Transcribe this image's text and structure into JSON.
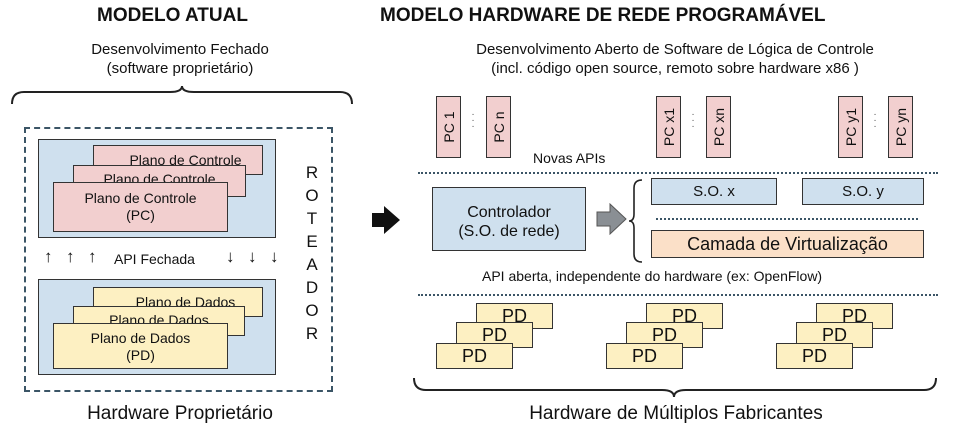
{
  "left": {
    "title": "MODELO ATUAL",
    "subtitle_line1": "Desenvolvimento Fechado",
    "subtitle_line2": "(software proprietário)",
    "control_plane_back1": "Plano de Controle",
    "control_plane_back2": "Plano de Controle",
    "control_plane_front_line1": "Plano de Controle",
    "control_plane_front_line2": "(PC)",
    "api_label": "API Fechada",
    "data_plane_back1": "Plano de Dados",
    "data_plane_back2": "Plano de Dados",
    "data_plane_front_line1": "Plano de Dados",
    "data_plane_front_line2": "(PD)",
    "router_letters": [
      "R",
      "O",
      "T",
      "E",
      "A",
      "D",
      "O",
      "R"
    ],
    "footer": "Hardware Proprietário"
  },
  "right": {
    "title": "MODELO HARDWARE DE REDE  PROGRAMÁVEL",
    "subtitle_line1": "Desenvolvimento Aberto de Software de Lógica de Controle",
    "subtitle_line2": "(incl. código open source, remoto sobre hardware x86 )",
    "pc_labels": [
      "PC 1",
      "PC n",
      "PC x1",
      "PC xn",
      "PC y1",
      "PC yn"
    ],
    "new_apis": "Novas APIs",
    "controller_line1": "Controlador",
    "controller_line2": "(S.O. de rede)",
    "os_x": "S.O. x",
    "os_y": "S.O. y",
    "virtualization": "Camada de Virtualização",
    "open_api": "API aberta, independente do hardware (ex: OpenFlow)",
    "pd_label": "PD",
    "footer": "Hardware de Múltiplos Fabricantes"
  },
  "colors": {
    "control_pink": "#f2cfcf",
    "data_yellow": "#fdf0c2",
    "controller_blue": "#cfe0ee",
    "virtualization_orange": "#fbe0c8",
    "arrow_gray": "#8a8f94"
  },
  "icons": [
    "curly-brace-icon",
    "arrow-up-icon",
    "arrow-down-icon",
    "arrow-right-icon"
  ]
}
